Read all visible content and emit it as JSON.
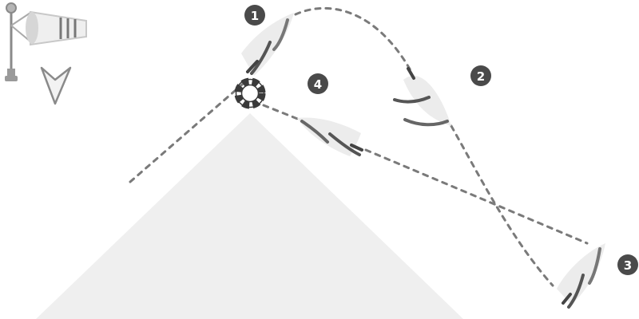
{
  "diagram": {
    "steps": [
      {
        "label": "1"
      },
      {
        "label": "2"
      },
      {
        "label": "3"
      },
      {
        "label": "4"
      }
    ],
    "icons": [
      "windsock-icon",
      "wind-direction-arrow-icon",
      "life-ring-icon",
      "sailboat-icon"
    ],
    "colors": {
      "badge": "#4a4a4a",
      "path": "#7a7a7a",
      "zone": "#efefef",
      "hull": "#ececec"
    }
  }
}
